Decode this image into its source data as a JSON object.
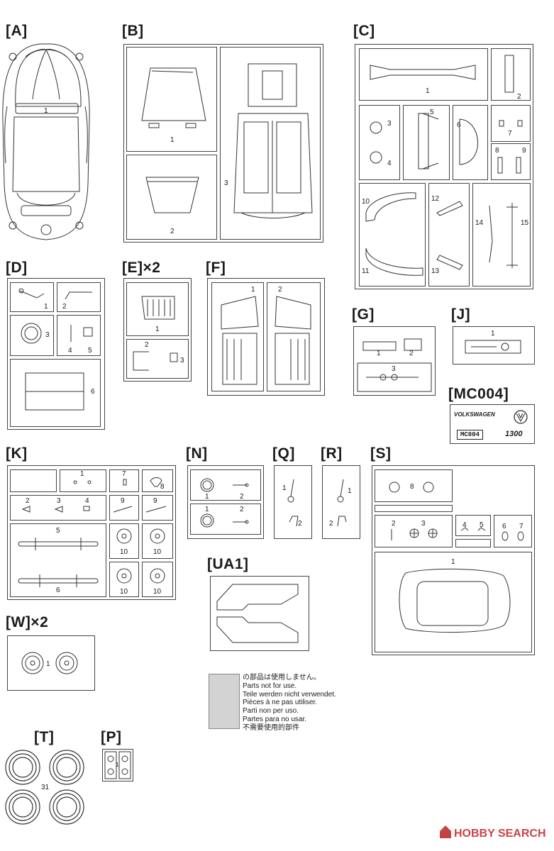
{
  "sprues": {
    "A": {
      "title": "[A]",
      "parts": [
        "1"
      ]
    },
    "B": {
      "title": "[B]",
      "parts": [
        "1",
        "2",
        "3"
      ]
    },
    "C": {
      "title": "[C]",
      "parts": [
        "1",
        "2",
        "3",
        "4",
        "5",
        "6",
        "7",
        "8",
        "9",
        "10",
        "11",
        "12",
        "13",
        "14",
        "15"
      ]
    },
    "D": {
      "title": "[D]",
      "parts": [
        "1",
        "2",
        "3",
        "4",
        "5",
        "6"
      ]
    },
    "E": {
      "title": "[E]×2",
      "parts": [
        "1",
        "2",
        "3"
      ]
    },
    "F": {
      "title": "[F]",
      "parts": [
        "1",
        "2"
      ]
    },
    "G": {
      "title": "[G]",
      "parts": [
        "1",
        "2",
        "3"
      ]
    },
    "J": {
      "title": "[J]",
      "parts": [
        "1"
      ]
    },
    "MC004": {
      "title": "[MC004]",
      "decals": [
        "VOLKSWAGEN",
        "MC004",
        "1300"
      ]
    },
    "K": {
      "title": "[K]",
      "parts": [
        "1",
        "7",
        "8",
        "2",
        "3",
        "4",
        "9",
        "9",
        "5",
        "10",
        "10",
        "6",
        "10",
        "10"
      ]
    },
    "N": {
      "title": "[N]",
      "parts": [
        "1",
        "2",
        "1",
        "2"
      ]
    },
    "Q": {
      "title": "[Q]",
      "parts": [
        "1",
        "2"
      ]
    },
    "R": {
      "title": "[R]",
      "parts": [
        "1",
        "2"
      ]
    },
    "S": {
      "title": "[S]",
      "parts": [
        "8",
        "2",
        "3",
        "4",
        "5",
        "6",
        "7",
        "1"
      ]
    },
    "UA1": {
      "title": "[UA1]"
    },
    "W": {
      "title": "[W]×2",
      "parts": [
        "1"
      ]
    },
    "T": {
      "title": "[T]",
      "parts": [
        "31"
      ]
    },
    "P": {
      "title": "[P]",
      "parts": [
        "1"
      ]
    }
  },
  "legend": {
    "lines": [
      "の部品は使用しません。",
      "Parts not for use.",
      "Teile werden nicht verwendet.",
      "Pièces à ne pas utiliser.",
      "Parti non per uso.",
      "Partes para no usar.",
      "不需要使用的部件"
    ],
    "swatch_color": "#d3d3d3"
  },
  "watermark": {
    "brand": "HOBBY SEARCH",
    "color": "#c44444"
  }
}
